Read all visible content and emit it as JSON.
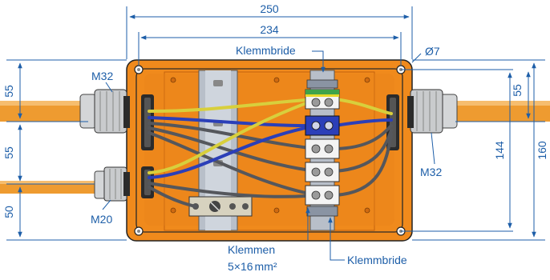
{
  "dimensions": {
    "width_outer": "250",
    "width_inner": "234",
    "hole_diameter": "Ø7",
    "left_top": "55",
    "left_mid": "55",
    "left_bottom": "50",
    "right_top": "55",
    "right_inner": "144",
    "right_outer": "160"
  },
  "labels": {
    "gland_top_left": "M32",
    "gland_bottom_left": "M20",
    "gland_right": "M32",
    "clamp_top": "Klemmbride",
    "clamp_bottom": "Klemmbride",
    "terminals_line1": "Klemmen",
    "terminals_line2": "5×16",
    "terminals_unit": "mm²"
  },
  "colors": {
    "enclosure": "#f08a1c",
    "enclosure_dark": "#c4620e",
    "cable": "#ee9b30",
    "annotation": "#1d5ea8",
    "wire_yellow": "#d8cf3c",
    "wire_blue": "#2b3fb8",
    "wire_grey": "#55575c",
    "rail": "#b8bfc9"
  }
}
